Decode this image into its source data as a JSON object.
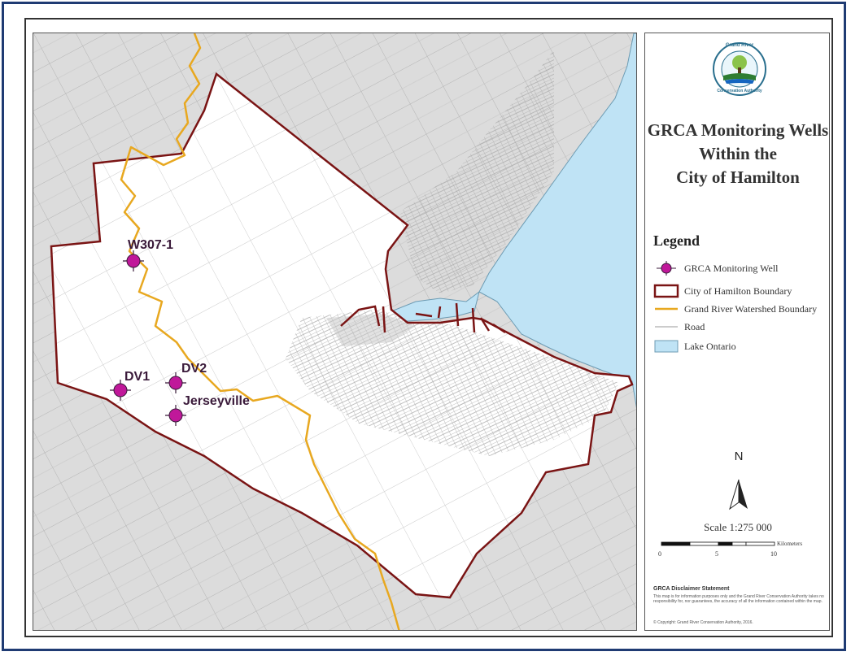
{
  "title": {
    "line1": "GRCA Monitoring Wells",
    "line2": "Within the",
    "line3": "City of Hamilton"
  },
  "logo": {
    "top_text": "Grand River",
    "bottom_text": "Conservation Authority"
  },
  "legend": {
    "heading": "Legend",
    "items": [
      {
        "label": "GRCA Monitoring Well",
        "symbol": "well-marker-icon"
      },
      {
        "label": "City of Hamilton Boundary",
        "symbol": "boundary-swatch"
      },
      {
        "label": "Grand River Watershed Boundary",
        "symbol": "watershed-line"
      },
      {
        "label": "Road",
        "symbol": "road-line"
      },
      {
        "label": "Lake Ontario",
        "symbol": "lake-swatch"
      }
    ]
  },
  "north_label": "N",
  "scale": {
    "text": "Scale 1:275 000",
    "ticks": [
      "0",
      "5",
      "10"
    ],
    "unit": "Kilometers"
  },
  "disclaimer": {
    "title": "GRCA Disclaimer Statement",
    "text": "This map is for information purposes only and the Grand River Conservation Authority takes no responsibility for, nor guarantees, the accuracy of all the information contained within the map.",
    "copyright": "© Copyright: Grand River Conservation Authority, 2016."
  },
  "wells": [
    {
      "name": "W307-1"
    },
    {
      "name": "DV1"
    },
    {
      "name": "DV2"
    },
    {
      "name": "Jerseyville"
    }
  ],
  "colors": {
    "well": "#c0189a",
    "boundary": "#7a1414",
    "watershed": "#e8a820",
    "lake": "#bfe3f5",
    "road": "#9a9a9a",
    "outer_frame": "#1f3b73"
  }
}
